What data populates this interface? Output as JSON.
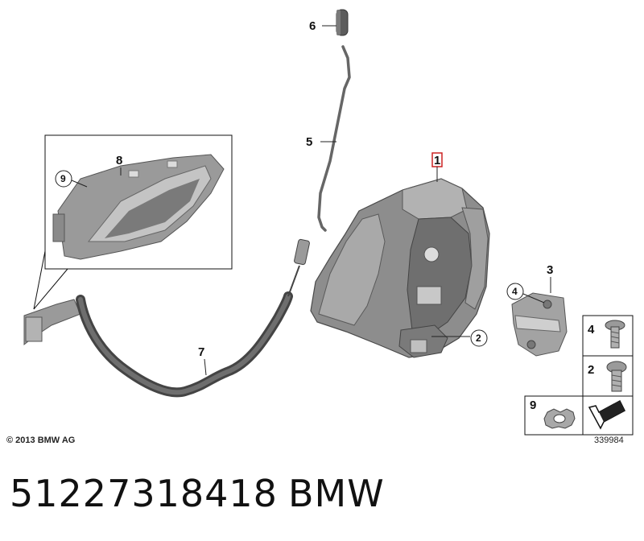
{
  "callouts": {
    "c1": "1",
    "c2": "2",
    "c3": "3",
    "c4": "4",
    "c5": "5",
    "c6": "6",
    "c7": "7",
    "c8": "8",
    "c9": "9",
    "legend_4": "4",
    "legend_2": "2",
    "legend_9": "9"
  },
  "footer": {
    "copyright": "© 2013 BMW AG",
    "diagram_number": "339984"
  },
  "caption": {
    "part_number": "51227318418",
    "brand": "BMW"
  },
  "colors": {
    "part_fill": "#8d8d8d",
    "part_dark": "#5a5a5a",
    "part_light": "#b8b8b8",
    "highlight_box": "#cc2222"
  }
}
